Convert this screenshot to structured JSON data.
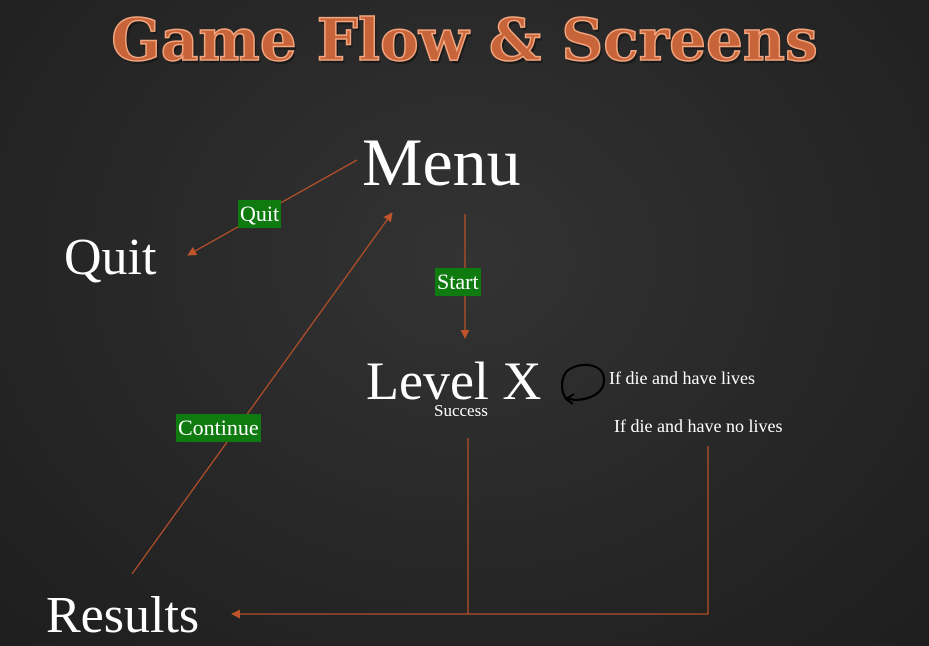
{
  "title": "Game Flow & Screens",
  "nodes": {
    "menu": "Menu",
    "quit": "Quit",
    "level": "Level X",
    "results": "Results"
  },
  "edge_labels": {
    "quit": "Quit",
    "start": "Start",
    "continue": "Continue",
    "success": "Success",
    "die_have_lives": "If die and have lives",
    "die_no_lives": "If die and have no lives"
  },
  "colors": {
    "background": "#262626",
    "title": "#c8643a",
    "arrow": "#b5502a",
    "label_highlight": "#0f7a0f",
    "text": "#ffffff"
  }
}
